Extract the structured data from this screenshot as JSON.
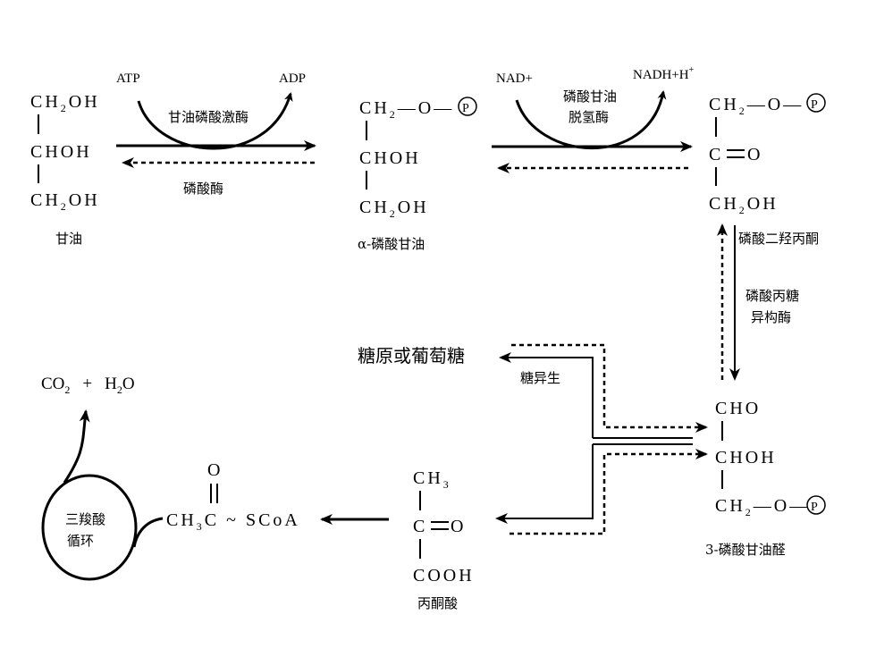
{
  "glycerol": {
    "line1": "CH",
    "line1_sub": "2",
    "line1_end": "OH",
    "line2": "CHOH",
    "line3": "CH",
    "line3_sub": "2",
    "line3_end": "OH",
    "name": "甘油"
  },
  "step1": {
    "cofactor_in": "ATP",
    "cofactor_out": "ADP",
    "enzyme_forward": "甘油磷酸激酶",
    "enzyme_reverse": "磷酸酶"
  },
  "glycerol_phosphate": {
    "line1": "CH",
    "line1_sub": "2",
    "line1_end": "—O—",
    "line2": "CHOH",
    "line3": "CH",
    "line3_sub": "2",
    "line3_end": "OH",
    "name": "α-磷酸甘油",
    "p": "P"
  },
  "step2": {
    "cofactor_in": "NAD+",
    "cofactor_out": "NADH+H",
    "cofactor_out_sup": "+",
    "enzyme_line1": "磷酸甘油",
    "enzyme_line2": "脱氢酶"
  },
  "dhap": {
    "line1": "CH",
    "line1_sub": "2",
    "line1_end": "—O—",
    "line2": "C",
    "line2_end": "O",
    "line3": "CH",
    "line3_sub": "2",
    "line3_end": "OH",
    "name": "磷酸二羟丙酮",
    "p": "P"
  },
  "step3": {
    "enzyme_line1": "磷酸丙糖",
    "enzyme_line2": "异构酶"
  },
  "g3p": {
    "line1": "CHO",
    "line2": "CHOH",
    "line3": "CH",
    "line3_sub": "2",
    "line3_end": "O—",
    "name": "3-磷酸甘油醛",
    "p": "P"
  },
  "gluconeogenesis": {
    "product": "糖原或葡萄糖",
    "label": "糖异生"
  },
  "pyruvate": {
    "line1": "CH",
    "line1_sub": "3",
    "line2": "C",
    "line2_end": "O",
    "line3": "COOH",
    "name": "丙酮酸"
  },
  "acetyl_coa": {
    "top": "O",
    "main": "CH",
    "main_sub": "3",
    "main_mid": "C",
    "main_end": "~ SCoA"
  },
  "tca": {
    "line1": "三羧酸",
    "line2": "循环"
  },
  "products": {
    "co2": "CO",
    "co2_sub": "2",
    "plus": "+",
    "h2o_h": "H",
    "h2o_sub": "2",
    "h2o_o": "O"
  }
}
